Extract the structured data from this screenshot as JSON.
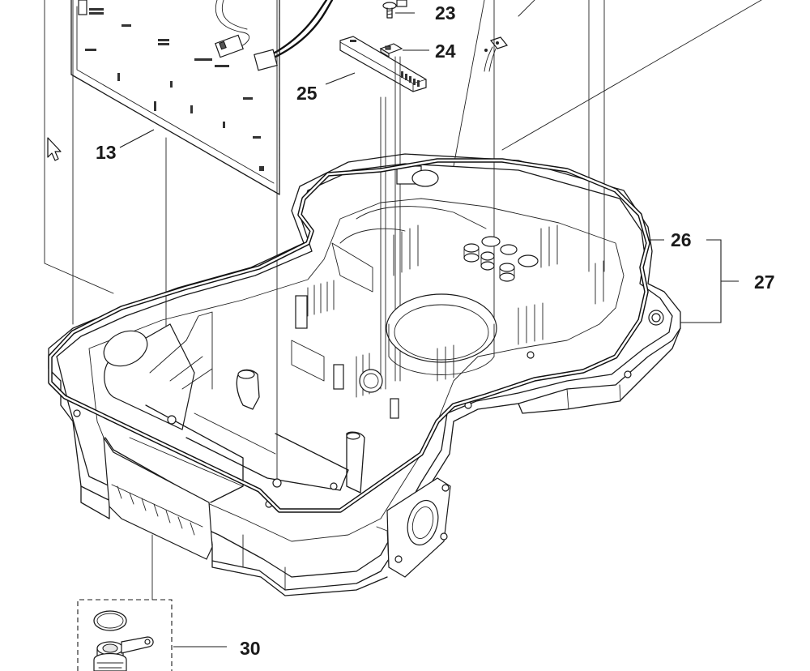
{
  "callouts": {
    "c13": "13",
    "c23": "23",
    "c24": "24",
    "c25": "25",
    "c26": "26",
    "c27": "27",
    "c30": "30"
  },
  "icons": {
    "cursor": "mouse-pointer-arrow"
  },
  "colors": {
    "ink": "#1a1a1a",
    "background": "#ffffff"
  }
}
